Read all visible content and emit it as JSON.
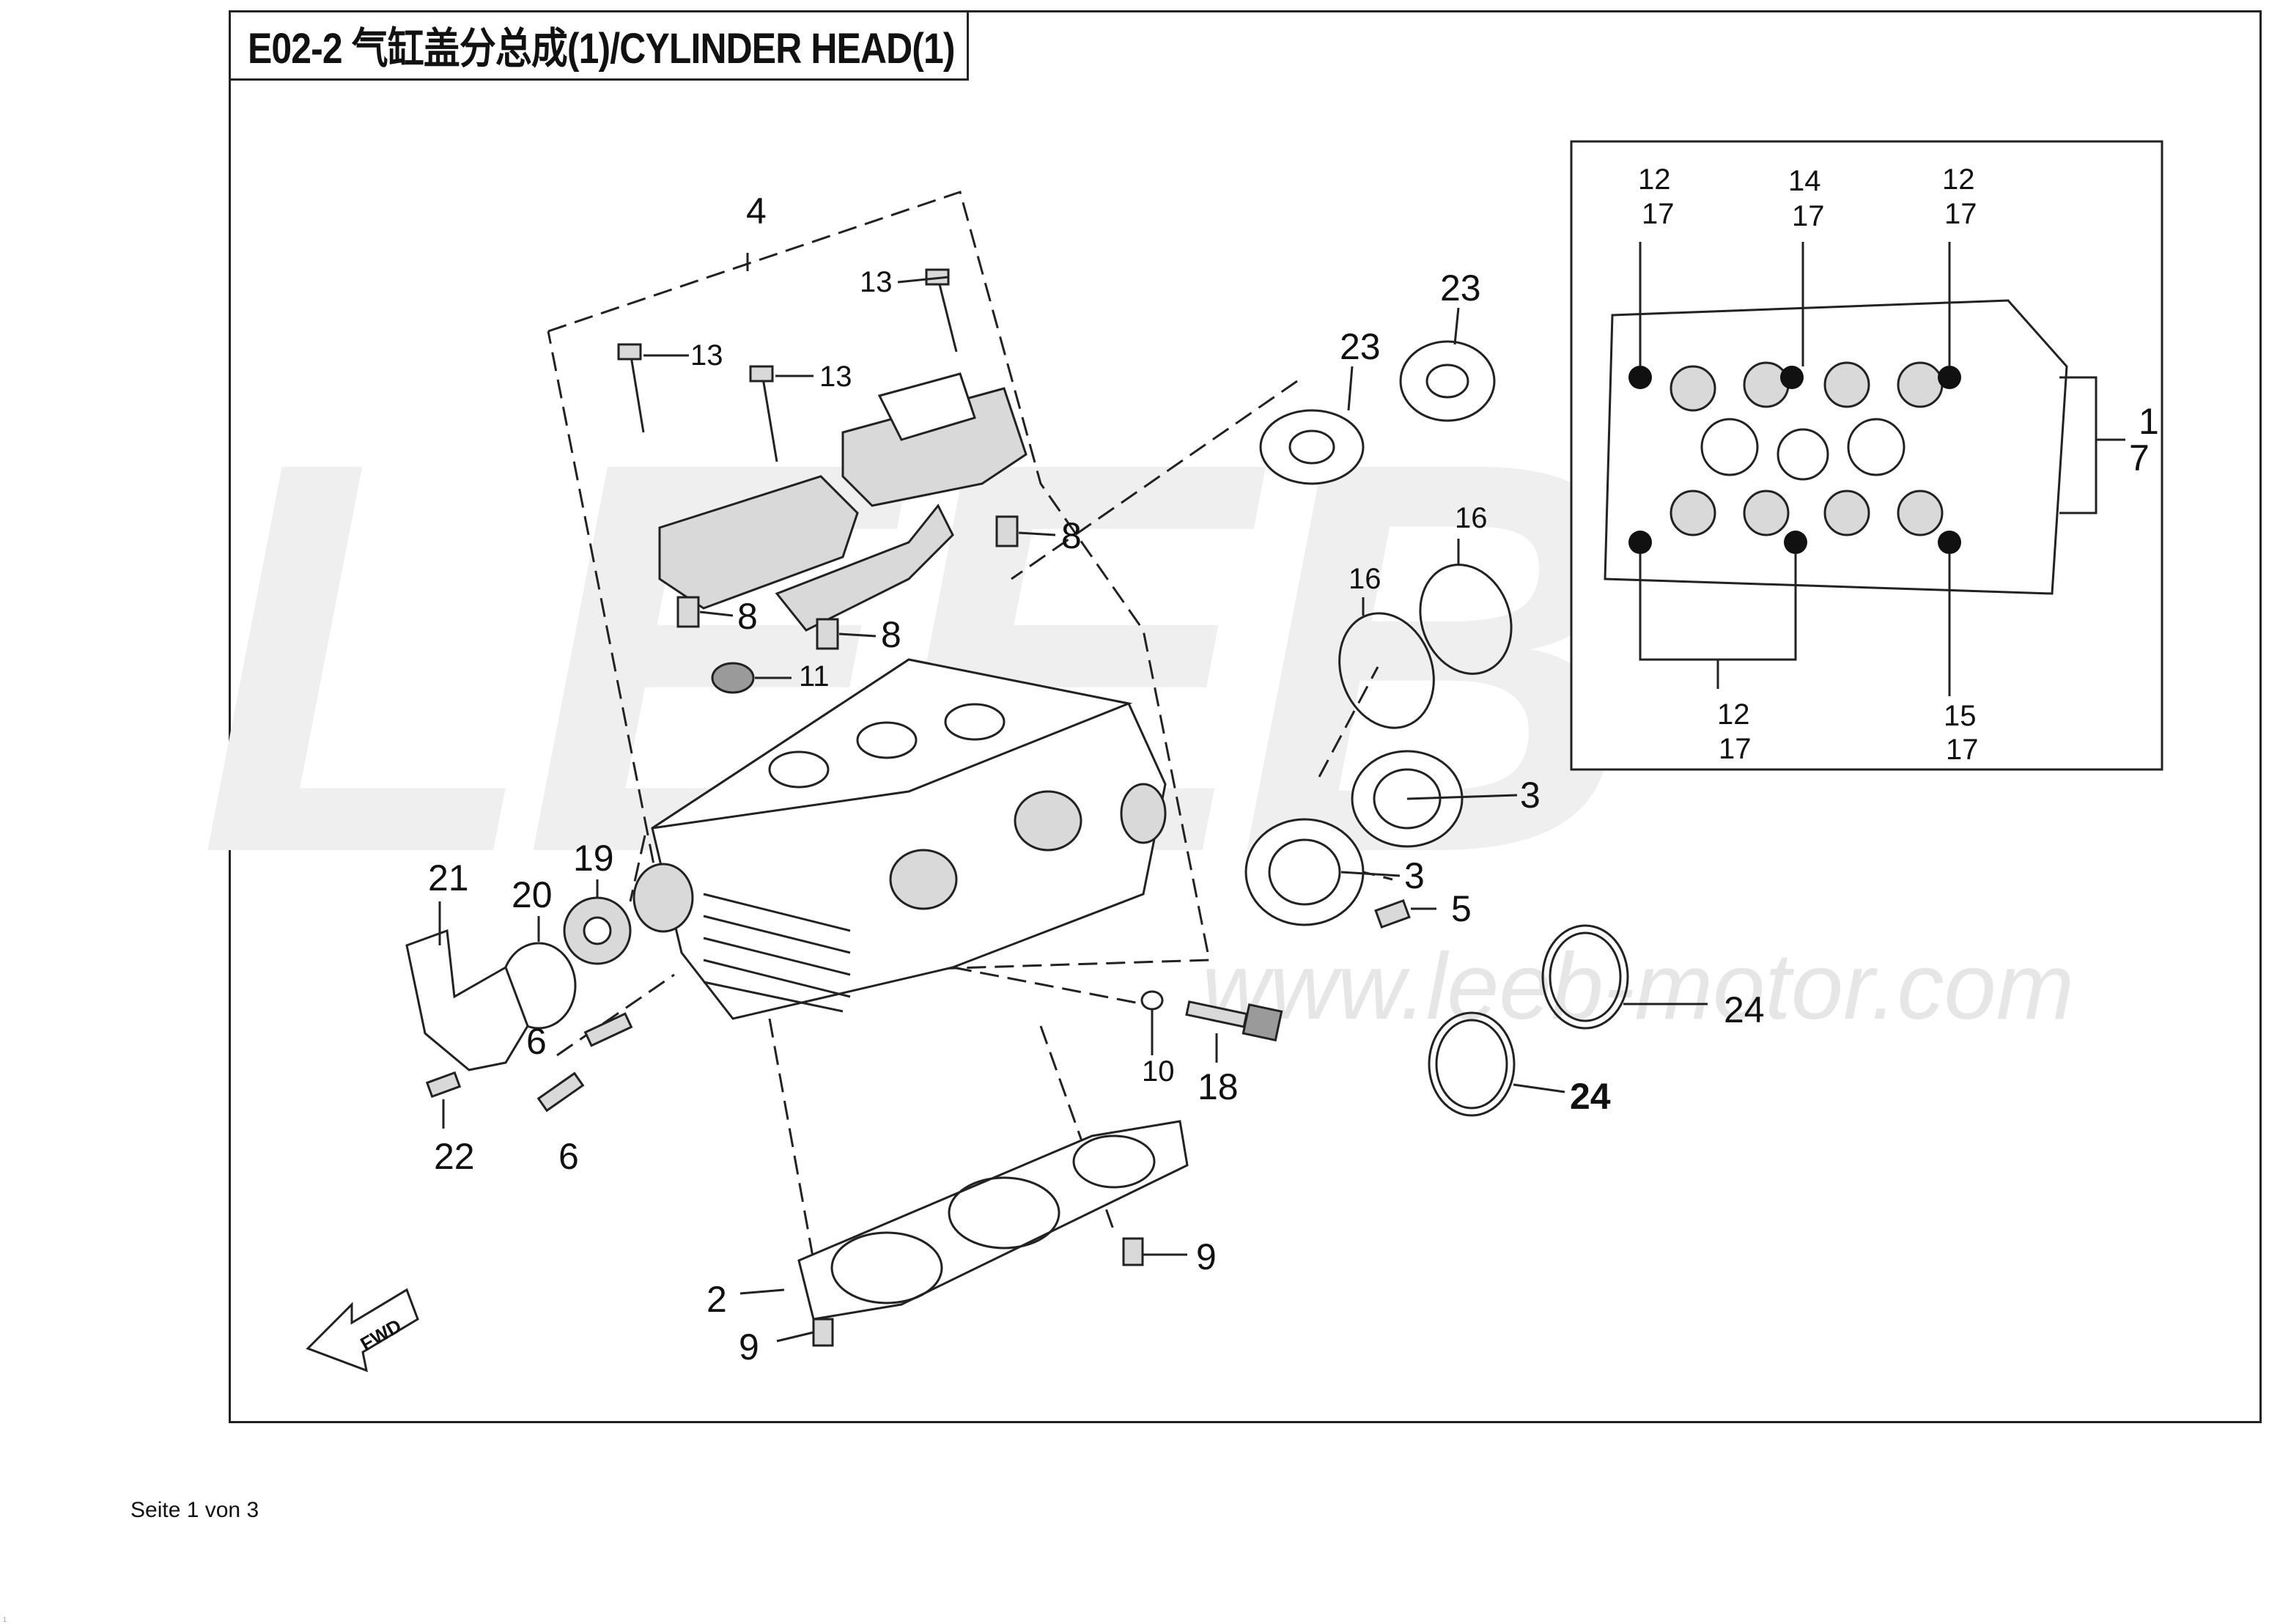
{
  "header": {
    "title": "E02-2 气缸盖分总成(1)/CYLINDER HEAD(1)"
  },
  "watermark": {
    "logo_text": "LEEB",
    "url": "www.leeb-motor.com"
  },
  "callouts": {
    "c1": "1",
    "c2": "2",
    "c3a": "3",
    "c3b": "3",
    "c4": "4",
    "c5": "5",
    "c6a": "6",
    "c6b": "6",
    "c7": "7",
    "c8a": "8",
    "c8b": "8",
    "c8c": "8",
    "c9a": "9",
    "c9b": "9",
    "c10": "10",
    "c11": "11",
    "c13a": "13",
    "c13b": "13",
    "c13c": "13",
    "c16a": "16",
    "c16b": "16",
    "c18": "18",
    "c19": "19",
    "c20": "20",
    "c21": "21",
    "c22": "22",
    "c23a": "23",
    "c23b": "23",
    "c24a": "24",
    "c24b": "24"
  },
  "inset": {
    "tl_a": "12",
    "tl_b": "17",
    "tc_a": "14",
    "tc_b": "17",
    "tr_a": "12",
    "tr_b": "17",
    "bl_a": "12",
    "bl_b": "17",
    "br_a": "15",
    "br_b": "17",
    "right_a": "1",
    "right_b": "7"
  },
  "footer": {
    "page_text": "Seite 1 von 3",
    "corner_mark": "1"
  }
}
